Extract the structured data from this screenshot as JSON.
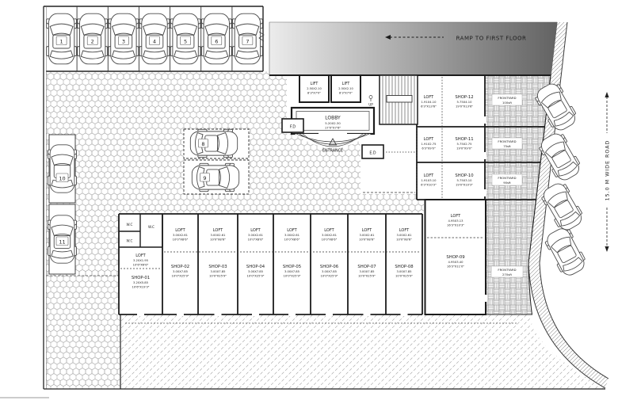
{
  "ramp": {
    "label": "RAMP TO FIRST FLOOR"
  },
  "road": {
    "label": "15.0 M WIDE ROAD"
  },
  "entrance": {
    "label": "ENTRANCE"
  },
  "stair": {
    "up_label": "UP"
  },
  "doors": {
    "fd": "F.D",
    "ed": "E.D"
  },
  "lobby": {
    "name": "LOBBY",
    "dim_m": "5.20X2.30",
    "dim_ft": "17'0\"X7'6\""
  },
  "lifts": [
    {
      "name": "LIFT",
      "dim_m": "2.50X2.10",
      "dim_ft": "8'3\"X7'0\""
    },
    {
      "name": "LIFT",
      "dim_m": "2.50X2.10",
      "dim_ft": "8'3\"X7'0\""
    }
  ],
  "wc": [
    "W.C",
    "W.C",
    "W.C"
  ],
  "parking_top": [
    "1",
    "2",
    "3",
    "4",
    "5",
    "6",
    "7"
  ],
  "parking_mid": [
    "8",
    "9"
  ],
  "parking_left": [
    "10",
    "11"
  ],
  "right_units": [
    {
      "loft_name": "LOFT",
      "loft_m": "1.91X4.10",
      "loft_ft": "6'3\"X13'6\"",
      "shop_name": "SHOP-12",
      "shop_m": "5.75X4.10",
      "shop_ft": "19'0\"X13'6\"",
      "fy_name": "FRONTYARD",
      "fy_area": "100sft"
    },
    {
      "loft_name": "LOFT",
      "loft_m": "1.91X2.75",
      "loft_ft": "6'3\"X9'0\"",
      "shop_name": "SHOP-11",
      "shop_m": "5.75X2.75",
      "shop_ft": "19'0\"X9'0\"",
      "fy_name": "FRONTYARD",
      "fy_area": "75sft"
    },
    {
      "loft_name": "LOFT",
      "loft_m": "1.91X3.10",
      "loft_ft": "6'3\"X10'3\"",
      "shop_name": "SHOP-10",
      "shop_m": "5.75X3.10",
      "shop_ft": "19'0\"X10'3\"",
      "fy_name": "FRONTYARD",
      "fy_area": "90sft"
    }
  ],
  "unit09": {
    "loft_name": "LOFT",
    "loft_m": "4.95X3.13",
    "loft_ft": "16'3\"X10'3\"",
    "shop_name": "SHOP-09",
    "shop_m": "4.95X3.40",
    "shop_ft": "16'3\"X11'0\"",
    "fy_name": "FRONTYARD",
    "fy_area": "270sft"
  },
  "unit01": {
    "loft_name": "LOFT",
    "loft_m": "3.20X1.95",
    "loft_ft": "10'6\"X6'6\"",
    "shop_name": "SHOP-01",
    "shop_m": "3.20X5.85",
    "shop_ft": "10'6\"X19'3\""
  },
  "bottom_units": [
    {
      "loft_name": "LOFT",
      "loft_m": "3.00X2.61",
      "loft_ft": "10'0\"X8'6\"",
      "shop_name": "SHOP-02",
      "shop_m": "3.00X7.85",
      "shop_ft": "10'0\"X25'9\""
    },
    {
      "loft_name": "LOFT",
      "loft_m": "3.00X2.61",
      "loft_ft": "10'0\"X8'6\"",
      "shop_name": "SHOP-03",
      "shop_m": "3.00X7.85",
      "shop_ft": "10'0\"X25'9\""
    },
    {
      "loft_name": "LOFT",
      "loft_m": "3.00X2.61",
      "loft_ft": "10'0\"X8'6\"",
      "shop_name": "SHOP-04",
      "shop_m": "3.00X7.85",
      "shop_ft": "10'0\"X25'9\""
    },
    {
      "loft_name": "LOFT",
      "loft_m": "3.00X2.61",
      "loft_ft": "10'0\"X8'6\"",
      "shop_name": "SHOP-05",
      "shop_m": "3.00X7.85",
      "shop_ft": "10'0\"X25'9\""
    },
    {
      "loft_name": "LOFT",
      "loft_m": "3.00X2.61",
      "loft_ft": "10'0\"X8'6\"",
      "shop_name": "SHOP-06",
      "shop_m": "3.00X7.85",
      "shop_ft": "10'0\"X25'9\""
    },
    {
      "loft_name": "LOFT",
      "loft_m": "3.00X2.61",
      "loft_ft": "10'0\"X8'6\"",
      "shop_name": "SHOP-07",
      "shop_m": "3.00X7.85",
      "shop_ft": "10'0\"X25'9\""
    },
    {
      "loft_name": "LOFT",
      "loft_m": "3.00X2.61",
      "loft_ft": "10'0\"X8'6\"",
      "shop_name": "SHOP-08",
      "shop_m": "3.00X7.85",
      "shop_ft": "10'0\"X25'9\""
    }
  ],
  "colors": {
    "wall": "#1c1c1c",
    "paver": "#a8a8a8",
    "ramp_dark": "#636363",
    "ramp_light": "#ececec"
  }
}
